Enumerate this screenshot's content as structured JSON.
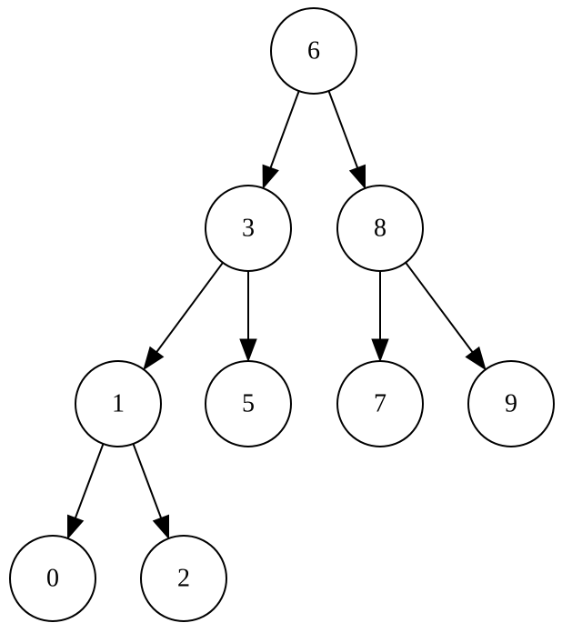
{
  "diagram": {
    "type": "binary-search-tree",
    "colors": {
      "background": "#ffffff",
      "stroke": "#000000",
      "text": "#000000"
    },
    "nodes": [
      {
        "id": "n6",
        "label": "6"
      },
      {
        "id": "n3",
        "label": "3"
      },
      {
        "id": "n8",
        "label": "8"
      },
      {
        "id": "n1",
        "label": "1"
      },
      {
        "id": "n5",
        "label": "5"
      },
      {
        "id": "n7",
        "label": "7"
      },
      {
        "id": "n9",
        "label": "9"
      },
      {
        "id": "n0",
        "label": "0"
      },
      {
        "id": "n2",
        "label": "2"
      }
    ],
    "edges": [
      {
        "from": "n6",
        "to": "n3"
      },
      {
        "from": "n6",
        "to": "n8"
      },
      {
        "from": "n3",
        "to": "n1"
      },
      {
        "from": "n3",
        "to": "n5"
      },
      {
        "from": "n8",
        "to": "n7"
      },
      {
        "from": "n8",
        "to": "n9"
      },
      {
        "from": "n1",
        "to": "n0"
      },
      {
        "from": "n1",
        "to": "n2"
      }
    ]
  }
}
